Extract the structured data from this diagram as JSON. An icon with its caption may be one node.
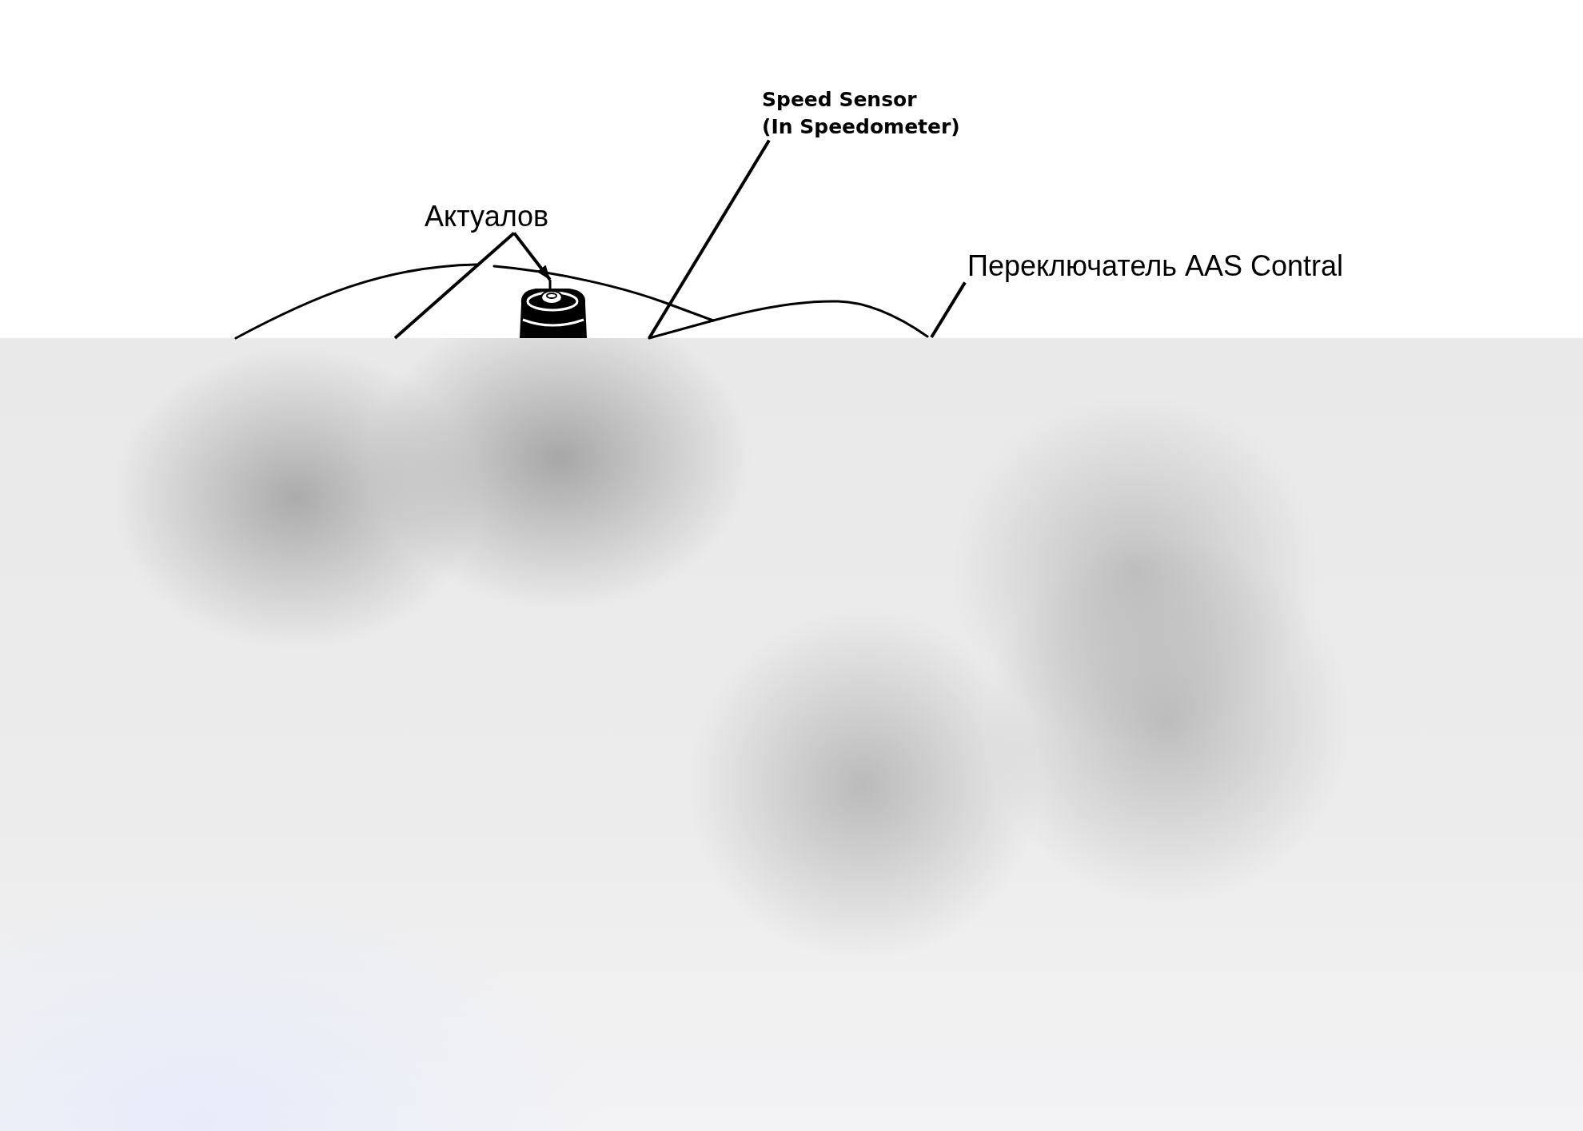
{
  "diagram": {
    "nodes": [
      {
        "text": [
          "Speed Sensor (In Speedometer)"
        ]
      },
      {
        "text": [
          "Актуалов"
        ]
      },
      {
        "text": [],
        "shape": "picture"
      },
      {
        "text": [
          "Переключатель AAS Contral"
        ]
      }
    ],
    "edges": [
      {
        "from": 0,
        "to": null,
        "arrow": "none"
      },
      {
        "from": 1,
        "to": 2,
        "arrow": "to"
      },
      {
        "from": 1,
        "to": null,
        "arrow": "none"
      },
      {
        "from": 3,
        "to": null,
        "arrow": "none"
      }
    ]
  }
}
